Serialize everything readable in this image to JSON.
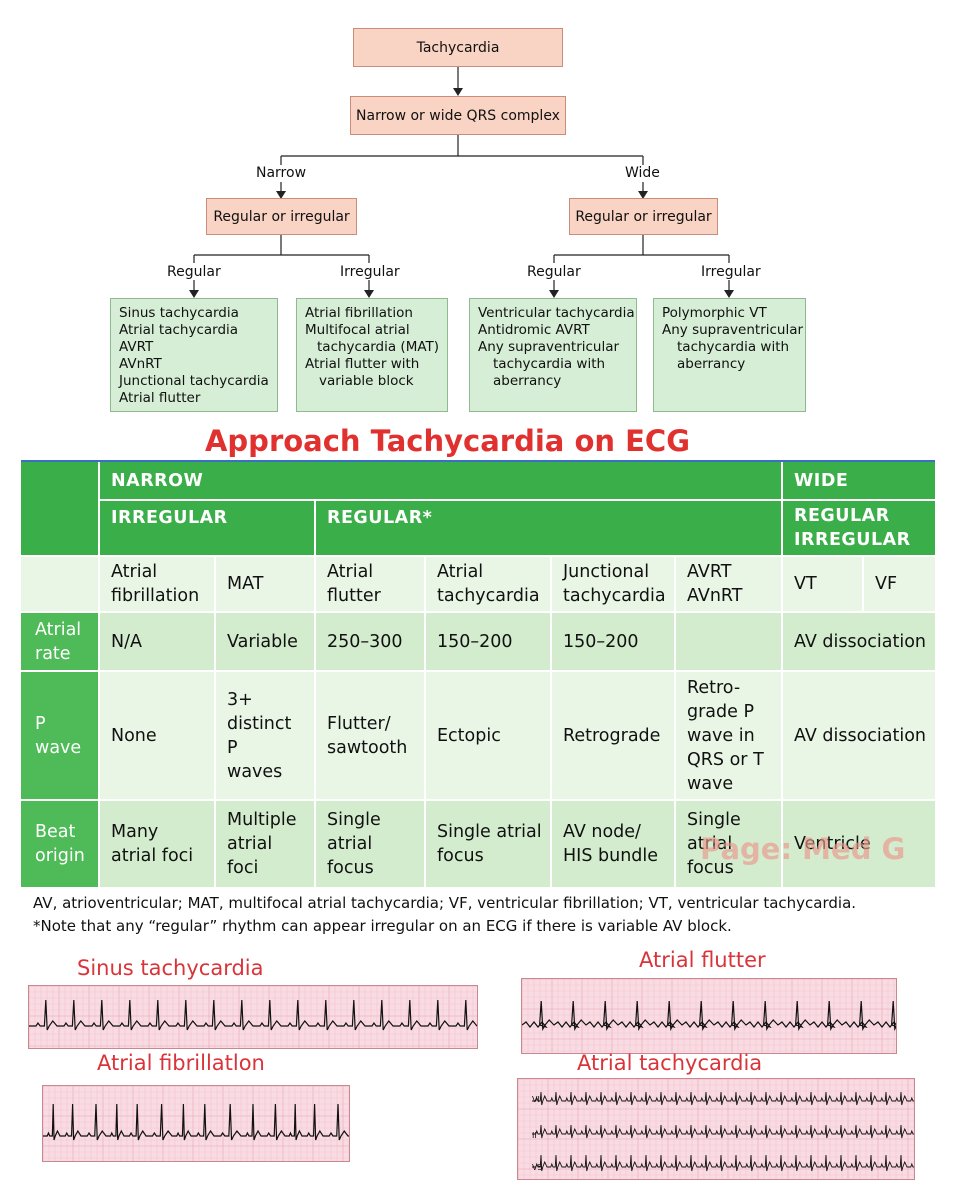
{
  "flowchart": {
    "root": "Tachycardia",
    "level2": "Narrow or wide QRS complex",
    "branch_left_label": "Narrow",
    "branch_right_label": "Wide",
    "left_node": "Regular or irregular",
    "right_node": "Regular or irregular",
    "ll_label": "Regular",
    "lr_label": "Irregular",
    "rl_label": "Regular",
    "rr_label": "Irregular",
    "box_narrow_regular": [
      "Sinus tachycardia",
      "Atrial tachycardia",
      "AVRT",
      "AVnRT",
      "Junctional tachycardia",
      "Atrial flutter"
    ],
    "box_narrow_irregular": [
      "Atrial fibrillation",
      "Multifocal atrial",
      "tachycardia (MAT)",
      "Atrial flutter with",
      "variable block"
    ],
    "box_wide_regular": [
      "Ventricular tachycardia",
      "Antidromic AVRT",
      "Any supraventricular",
      "tachycardia with",
      "aberrancy"
    ],
    "box_wide_irregular": [
      "Polymorphic VT",
      "Any supraventricular",
      "tachycardia with",
      "aberrancy"
    ]
  },
  "title": "Approach Tachycardia on ECG",
  "table": {
    "h_narrow": "NARROW",
    "h_wide": "WIDE",
    "h_irregular": "IRREGULAR",
    "h_regular": "REGULAR*",
    "h_wide_sub": "REGULAR IRREGULAR",
    "types": [
      "Atrial fibrillation",
      "MAT",
      "Atrial flutter",
      "Atrial tachycardia",
      "Junctional tachycardia",
      "AVRT AVnRT",
      "VT",
      "VF"
    ],
    "row_atrial_rate": {
      "label": "Atrial rate",
      "cells": [
        "N/A",
        "Variable",
        "250–300",
        "150–200",
        "150–200",
        "",
        "AV dissociation"
      ]
    },
    "row_p_wave": {
      "label": "P wave",
      "cells": [
        "None",
        "3+ distinct P waves",
        "Flutter/ sawtooth",
        "Ectopic",
        "Retrograde",
        "Retro-grade P wave in QRS or T wave",
        "AV dissociation"
      ]
    },
    "row_beat_origin": {
      "label": "Beat origin",
      "cells": [
        "Many atrial foci",
        "Multiple atrial foci",
        "Single atrial focus",
        "Single atrial focus",
        "AV node/ HIS bundle",
        "Single atrial focus",
        "Ventricle"
      ]
    }
  },
  "footnotes": {
    "line1": "AV, atrioventricular; MAT, multifocal atrial tachycardia; VF, ventricular fibrillation; VT, ventricular tachycardia.",
    "line2": "*Note that any “regular” rhythm can appear irregular on an ECG if there is variable AV block."
  },
  "watermark": "Page: Med G",
  "ecg": {
    "sinus_label": "Sinus tachycardia",
    "flutter_label": "Atrial flutter",
    "afib_label": "Atrial fibrillatlon",
    "atach_label": "Atrial tachycardia",
    "lead_labels": [
      "VI",
      "II",
      "V5"
    ]
  },
  "colors": {
    "flow_box": "#f9d3c3",
    "green_box": "#d6edd6",
    "table_header": "#3aae48",
    "title_red": "#e0312f",
    "ecg_paper": "#f9dbe3"
  }
}
